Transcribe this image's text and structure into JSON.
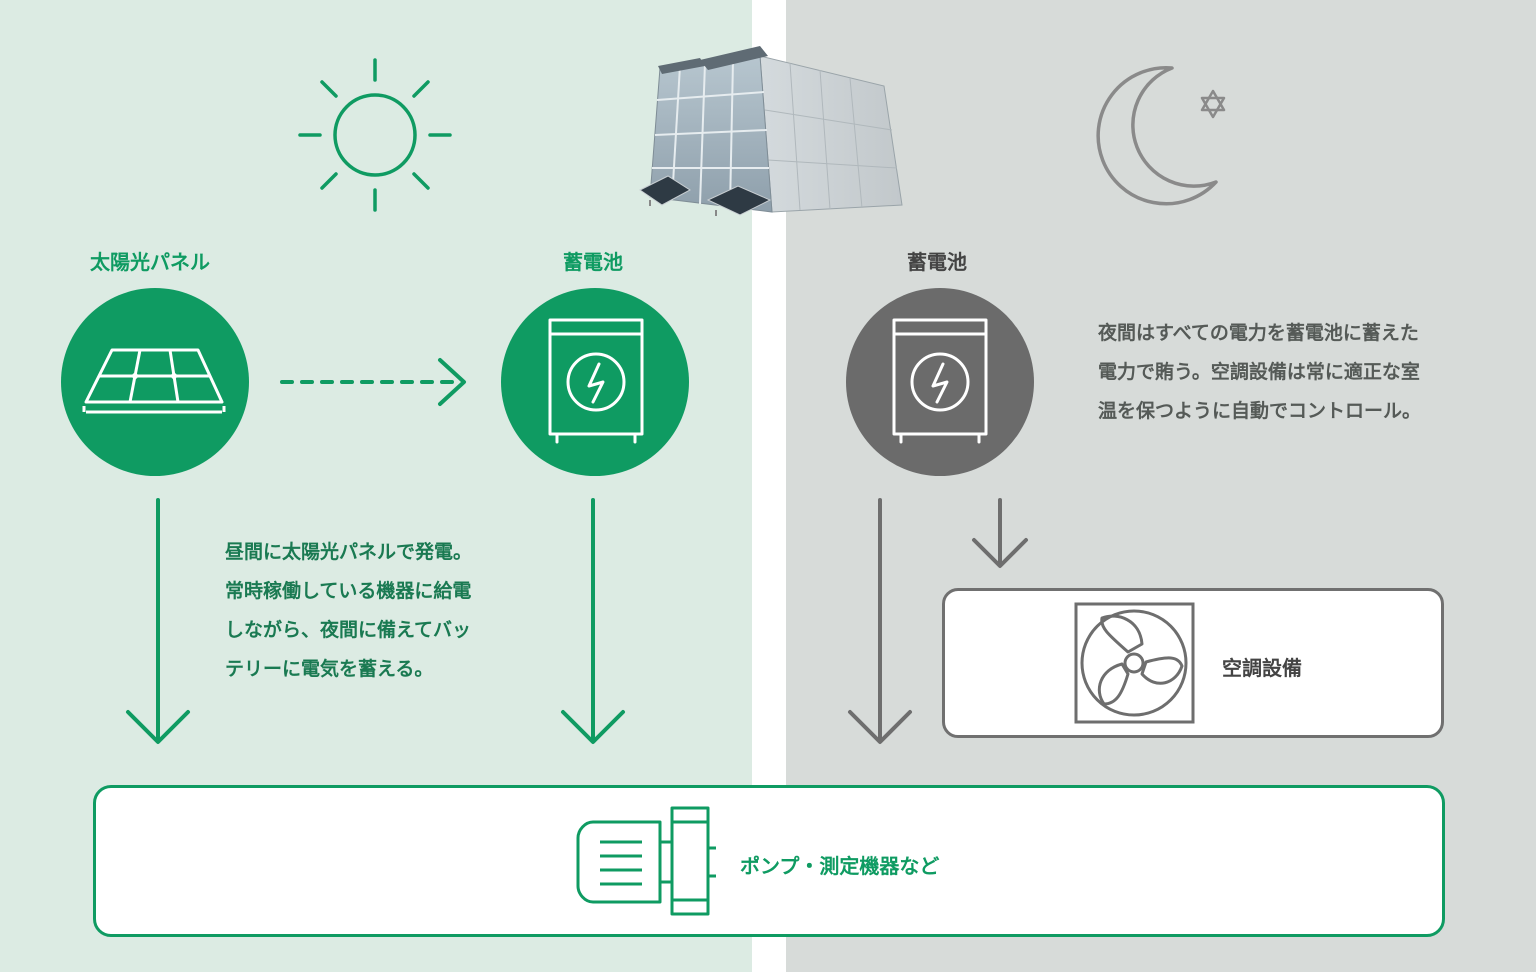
{
  "day": {
    "solar_panel_label": "太陽光パネル",
    "battery_label": "蓄電池",
    "description_lines": [
      "昼間に太陽光パネルで発電。",
      "常時稼働している機器に給電",
      "しながら、夜間に備えてバッ",
      "テリーに電気を蓄える。"
    ]
  },
  "night": {
    "battery_label": "蓄電池",
    "description_lines": [
      "夜間はすべての電力を蓄電池に蓄えた",
      "電力で賄う。空調設備は常に適正な室",
      "温を保つように自動でコントロール。"
    ],
    "aircon_label": "空調設備"
  },
  "bottom": {
    "pump_label": "ポンプ・測定機器など"
  },
  "icons": [
    "sun-icon",
    "greenhouse-image",
    "moon-icon",
    "star-icon",
    "solar-panel-icon",
    "battery-icon",
    "fan-icon",
    "pump-icon"
  ],
  "colors": {
    "green": "#0f9b62",
    "gray": "#6b6b6b",
    "day_bg": "#dcebe3",
    "night_bg": "#d7dbd9"
  }
}
